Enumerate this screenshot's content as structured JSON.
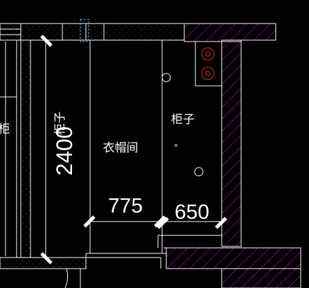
{
  "labels": {
    "cabinet_left": "柜子",
    "cabinet_right": "柜子",
    "cloakroom": "衣帽间",
    "edge_cabinet": "柜"
  },
  "dimensions": {
    "vertical": "2400",
    "width_middle": "775",
    "width_right": "650"
  },
  "colors": {
    "background": "#000000",
    "lines": "#ffffff",
    "hatch": "#ff00ff",
    "markers": "#ff2020",
    "window_marker": "#40d0d0"
  }
}
